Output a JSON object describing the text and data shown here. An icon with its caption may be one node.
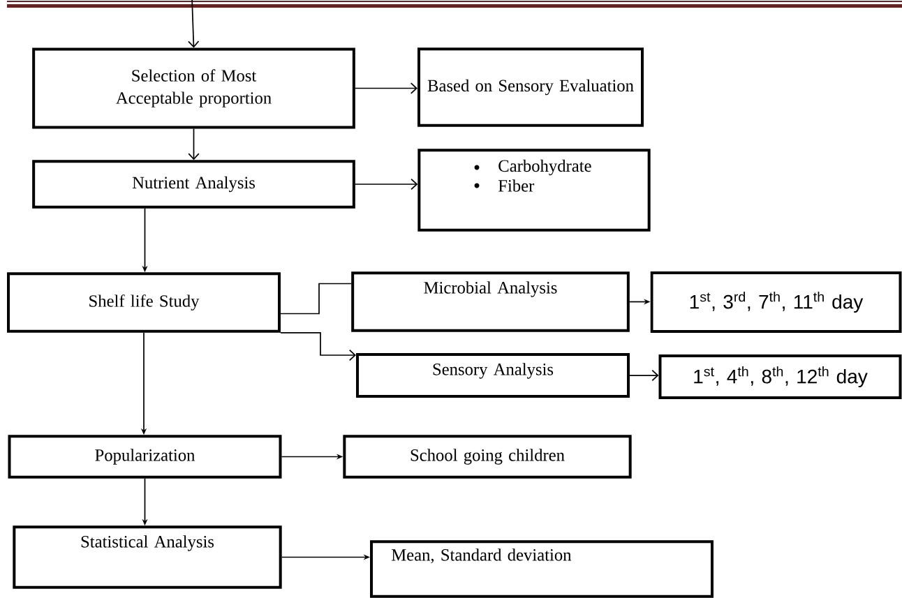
{
  "diagram": {
    "nodes": [
      {
        "text": [
          "Selection of Most Acceptable proportion"
        ]
      },
      {
        "text": [
          "Based on Sensory Evaluation"
        ]
      },
      {
        "text": [
          "Nutrient Analysis"
        ]
      },
      {
        "text": [
          "Carbohydrate",
          "Fiber"
        ]
      },
      {
        "text": [
          "Shelf life Study"
        ]
      },
      {
        "text": [
          "Microbial Analysis"
        ]
      },
      {
        "text": [
          "1$^{st}$, 3$^{rd}$, 7$^{th}$, 11$^{th}$ day"
        ]
      },
      {
        "text": [
          "Sensory Analysis"
        ]
      },
      {
        "text": [
          "1$^{st}$, 4$^{th}$, 8$^{th}$, 12$^{th}$ day"
        ]
      },
      {
        "text": [
          "Popularization"
        ]
      },
      {
        "text": [
          "School going children"
        ]
      },
      {
        "text": [
          "Statistical Analysis"
        ]
      },
      {
        "text": [
          "Mean, Standard deviation"
        ]
      }
    ],
    "edges": [
      {
        "from": null,
        "to": 0,
        "arrow": "to"
      },
      {
        "from": 0,
        "to": 1,
        "arrow": "to"
      },
      {
        "from": 0,
        "to": 2,
        "arrow": "to"
      },
      {
        "from": 2,
        "to": 3,
        "arrow": "to"
      },
      {
        "from": 2,
        "to": 4,
        "arrow": "to"
      },
      {
        "from": 4,
        "to": 5,
        "arrow": "none"
      },
      {
        "from": 4,
        "to": 7,
        "arrow": "to"
      },
      {
        "from": 5,
        "to": 6,
        "arrow": "to"
      },
      {
        "from": 7,
        "to": 8,
        "arrow": "to"
      },
      {
        "from": 4,
        "to": 9,
        "arrow": "to"
      },
      {
        "from": 9,
        "to": 10,
        "arrow": "to"
      },
      {
        "from": 9,
        "to": 11,
        "arrow": "to"
      },
      {
        "from": 11,
        "to": 12,
        "arrow": "to"
      }
    ]
  }
}
